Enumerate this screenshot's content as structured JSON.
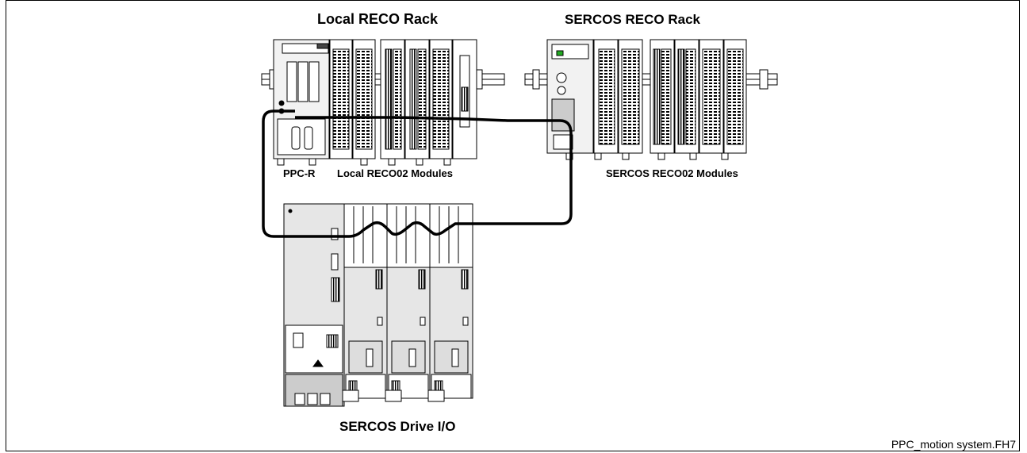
{
  "labels": {
    "local_rack_title": "Local RECO Rack",
    "sercos_rack_title": "SERCOS RECO Rack",
    "ppc_r": "PPC-R",
    "local_modules": "Local RECO02 Modules",
    "sercos_modules": "SERCOS RECO02 Modules",
    "drive_io": "SERCOS Drive I/O"
  },
  "caption": "PPC_motion system.FH7",
  "colors": {
    "stroke": "#000000",
    "panel_fill": "#f2f2f2",
    "drive_fill": "#e6e6e6",
    "cable": "#000000"
  }
}
